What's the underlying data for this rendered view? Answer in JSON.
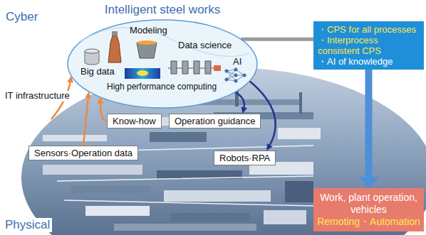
{
  "diagram": {
    "nodes": [
      {
        "text": [
          "Intelligent steel works"
        ]
      },
      {
        "text": [
          "Know-how"
        ]
      },
      {
        "text": [
          "Sensors·Operation data"
        ]
      },
      {
        "text": [
          "Operation guidance"
        ]
      },
      {
        "text": [
          "Robots·RPA"
        ]
      },
      {
        "text": [
          "・CPS for all processes",
          "・Interprocess consistent CPS",
          "・AI of knowledge"
        ]
      },
      {
        "text": [
          "Work, plant operation, vehicles",
          "Remoting・Automation"
        ]
      }
    ],
    "edges": [
      {
        "from": 1,
        "to": 0,
        "arrow": "to"
      },
      {
        "from": 2,
        "to": 0,
        "arrow": "to"
      },
      {
        "from": 0,
        "to": 3,
        "arrow": "to"
      },
      {
        "from": 0,
        "to": 4,
        "arrow": "to"
      },
      {
        "from": 0,
        "to": 5,
        "arrow": "none"
      },
      {
        "from": 5,
        "to": 6,
        "arrow": "to"
      }
    ],
    "labels": [
      "Cyber",
      "Big data",
      "Modeling",
      "Data science",
      "AI",
      "High performance computing",
      "IT infrastructure",
      "Physical"
    ]
  }
}
